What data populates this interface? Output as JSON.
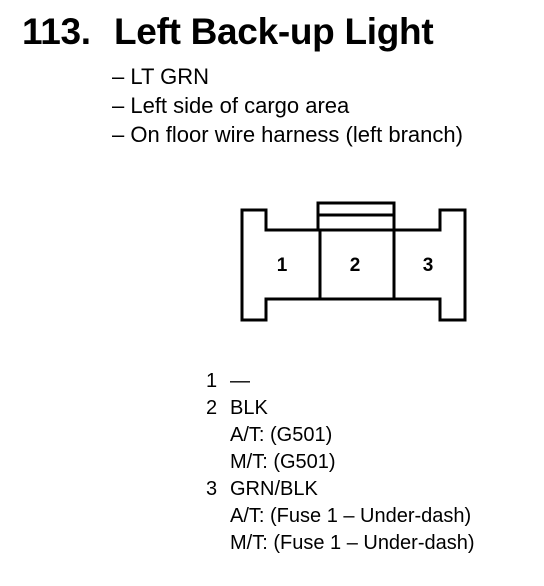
{
  "heading": {
    "number": "113.",
    "title": "Left Back-up Light"
  },
  "details": [
    "– LT GRN",
    "– Left side of cargo area",
    "– On floor wire harness (left branch)"
  ],
  "connector": {
    "terminals": [
      "1",
      "2",
      "3"
    ]
  },
  "pins": [
    {
      "number": "1",
      "wire": "—",
      "notes": []
    },
    {
      "number": "2",
      "wire": "BLK",
      "notes": [
        "A/T: (G501)",
        "M/T: (G501)"
      ]
    },
    {
      "number": "3",
      "wire": "GRN/BLK",
      "notes": [
        "A/T: (Fuse 1 – Under-dash)",
        "M/T: (Fuse 1 – Under-dash)"
      ]
    }
  ]
}
